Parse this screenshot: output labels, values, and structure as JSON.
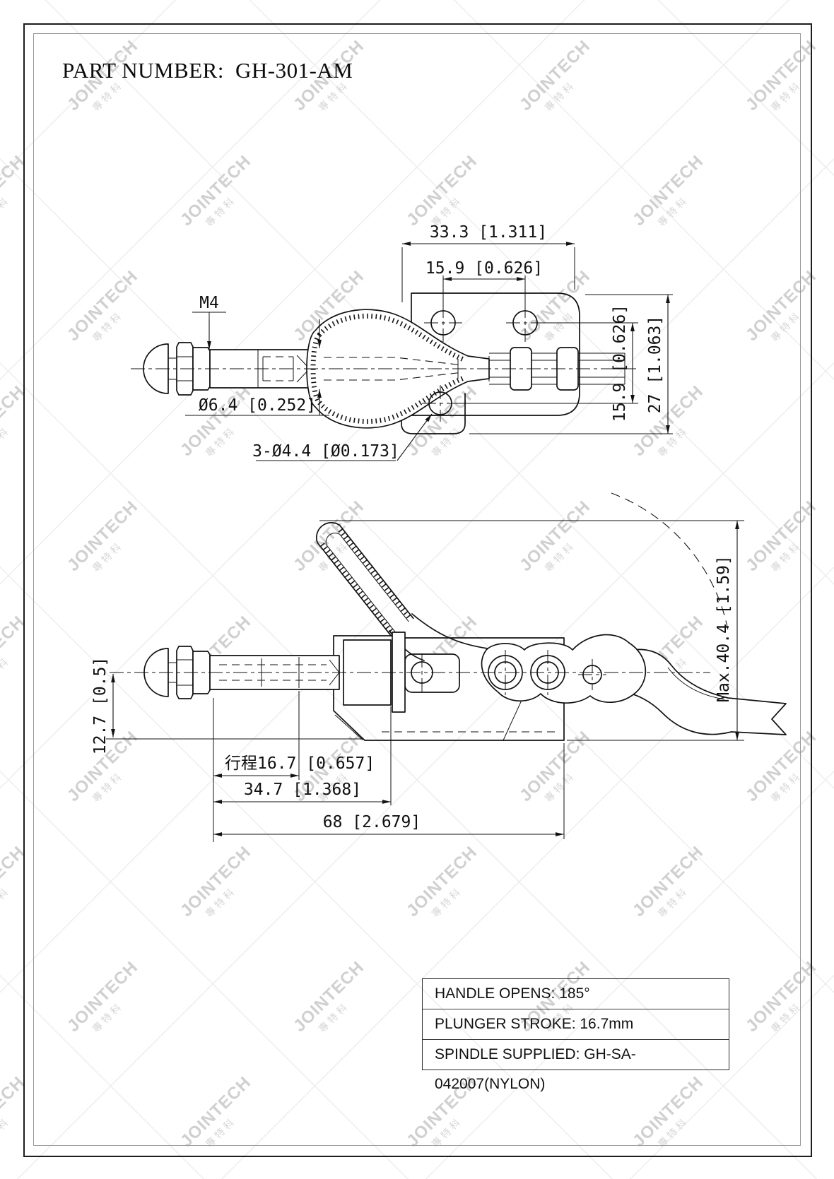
{
  "page": {
    "title_label": "PART NUMBER:",
    "part_number": "GH-301-AM"
  },
  "watermark": {
    "text": "JOINTECH",
    "subtext": "專特科",
    "color": "#d0d0d0"
  },
  "drawing": {
    "line_color": "#121212",
    "top_view": {
      "dims": {
        "width_top": "33.3 [1.311]",
        "hole_spacing_top": "15.9 [0.626]",
        "thread": "M4",
        "spindle_dia": "Ø6.4 [0.252]",
        "mount_holes": "3-Ø4.4 [Ø0.173]",
        "hole_spacing_right": "15.9 [0.626]",
        "body_width_right": "27 [1.063]"
      }
    },
    "side_view": {
      "dims": {
        "center_height": "12.7 [0.5]",
        "plunger_stroke": "行程16.7 [0.657]",
        "mid_length": "34.7 [1.368]",
        "overall_length": "68 [2.679]",
        "max_height": "Max.40.4 [1.59]"
      }
    }
  },
  "spec_table": {
    "rows": [
      "HANDLE OPENS: 185°",
      "PLUNGER STROKE: 16.7mm",
      "SPINDLE SUPPLIED: GH-SA-042007(NYLON)"
    ]
  }
}
